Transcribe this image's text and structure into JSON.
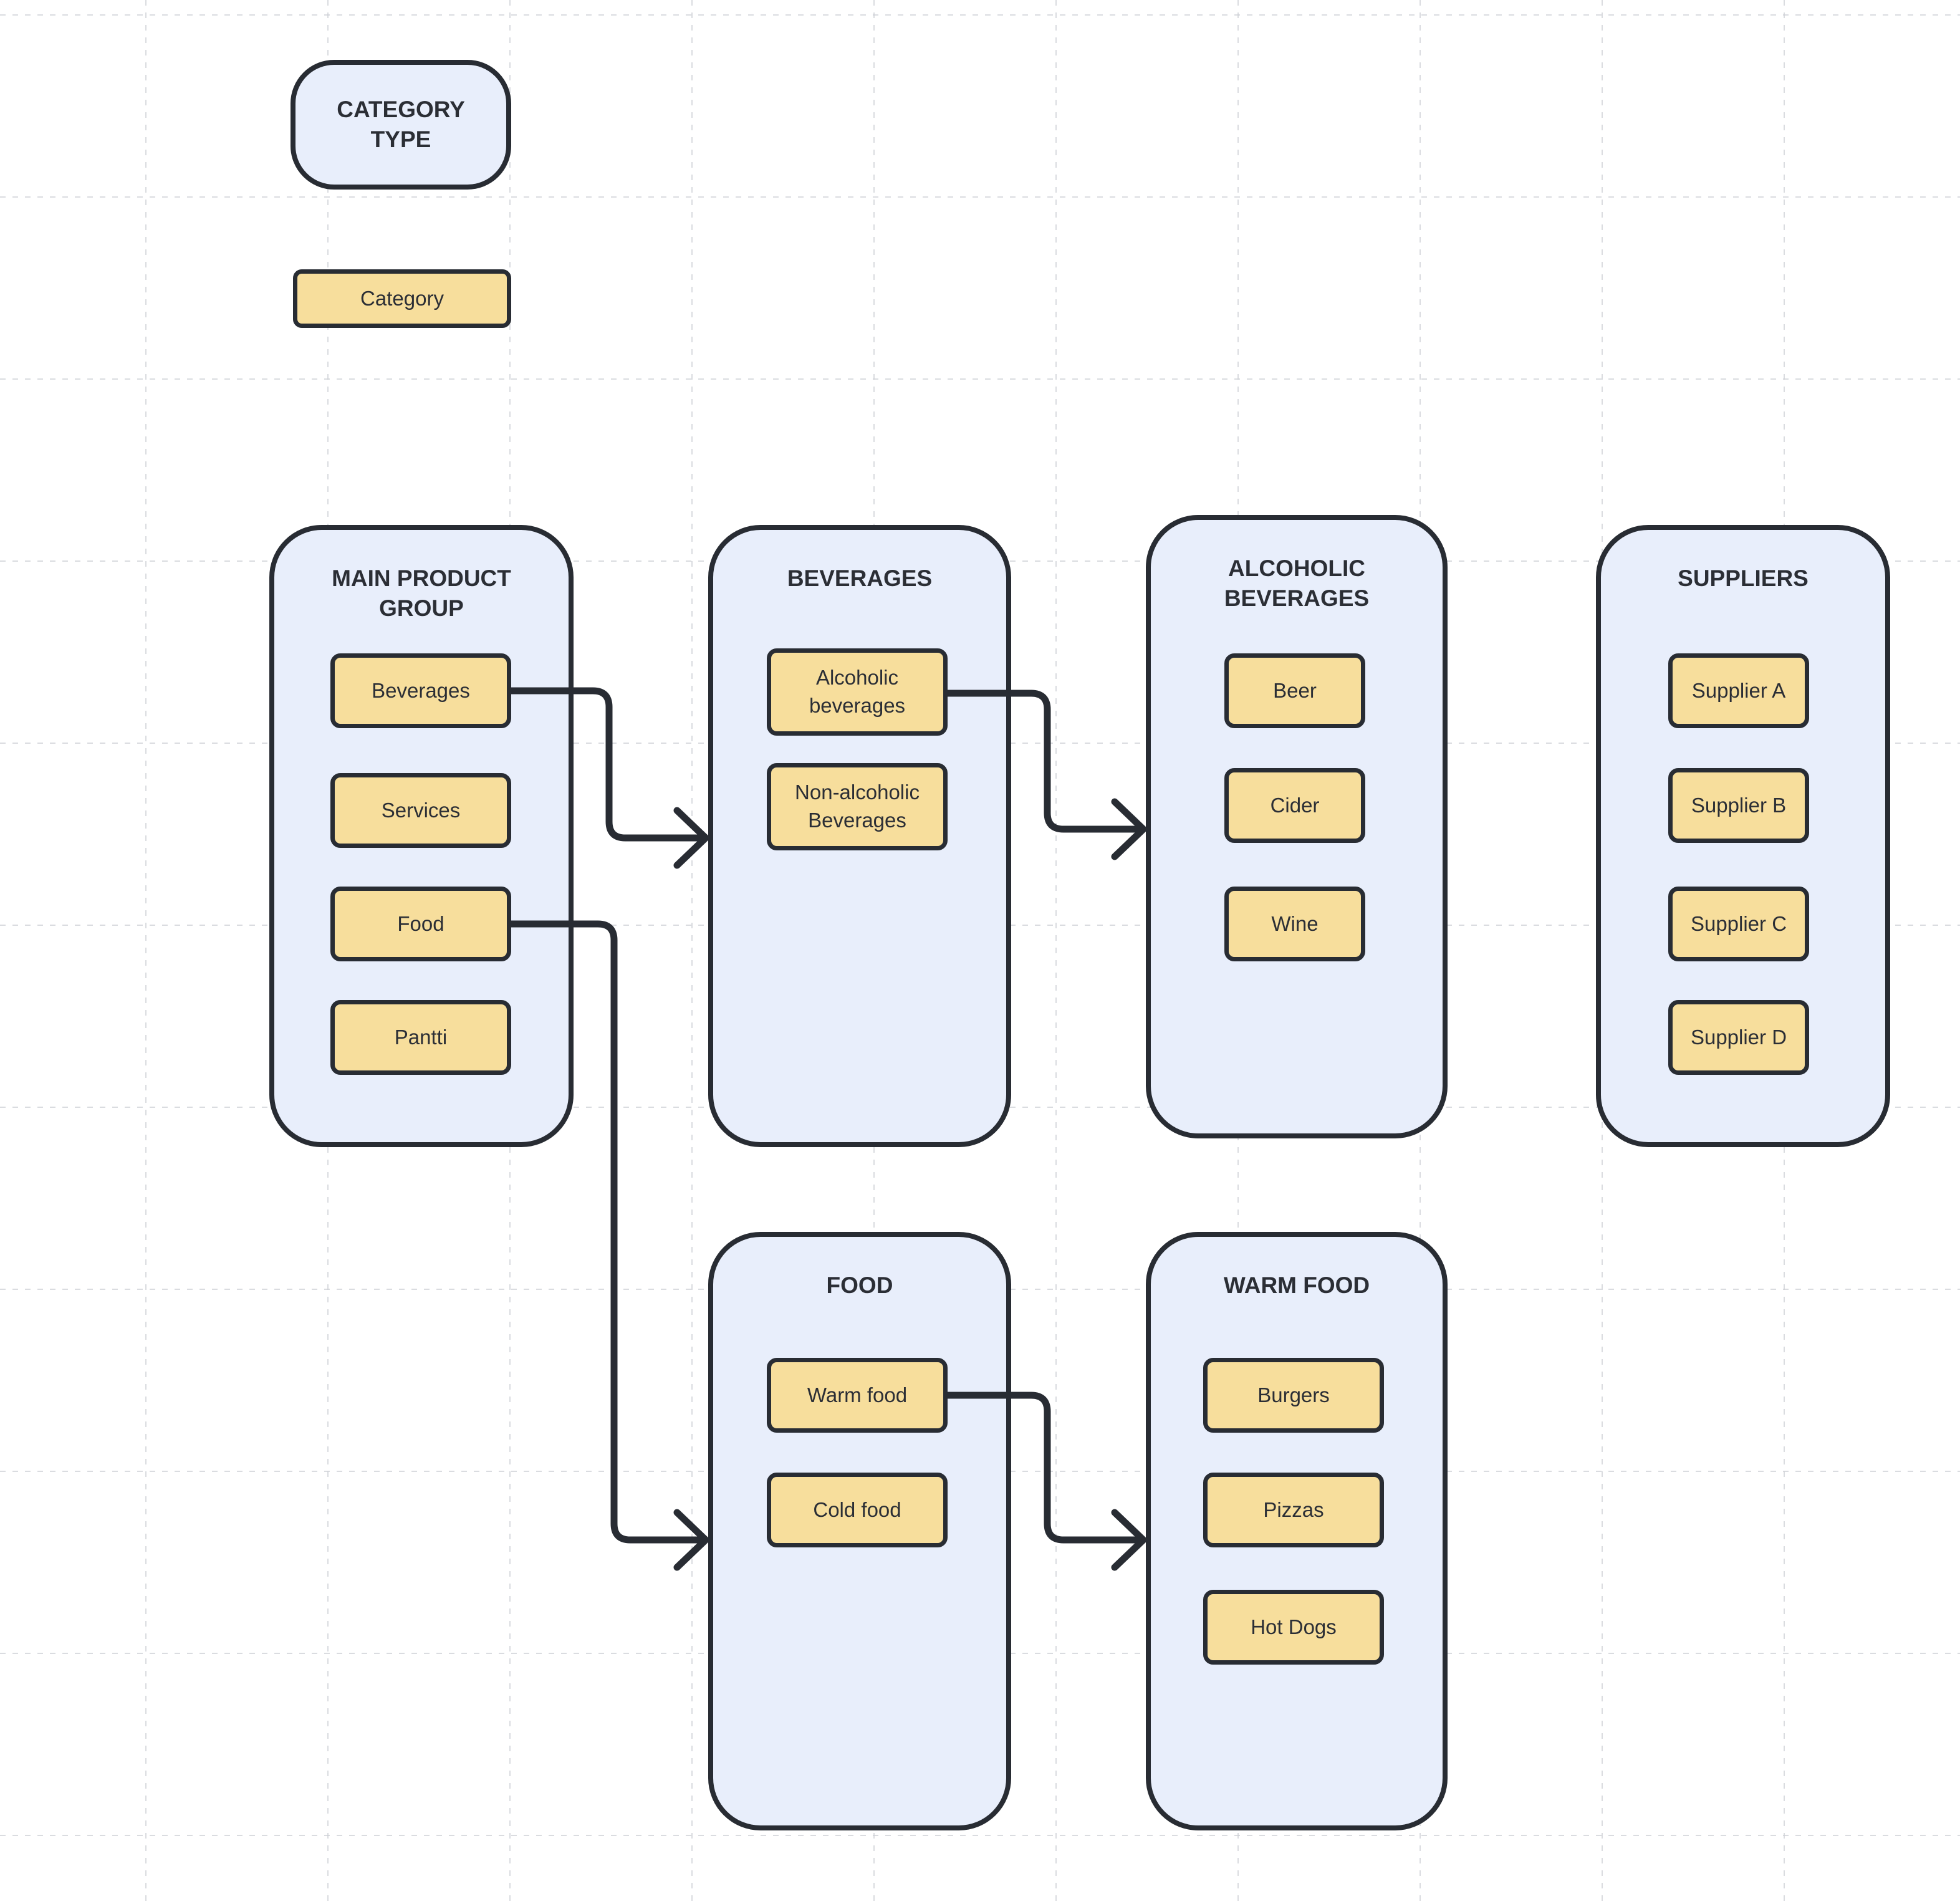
{
  "legend": {
    "category_type_label": "CATEGORY TYPE",
    "category_label": "Category"
  },
  "groups": [
    {
      "id": "main-product-group",
      "title": "MAIN PRODUCT GROUP",
      "items": [
        "Beverages",
        "Services",
        "Food",
        "Pantti"
      ]
    },
    {
      "id": "beverages",
      "title": "BEVERAGES",
      "items": [
        "Alcoholic beverages",
        "Non-alcoholic Beverages"
      ]
    },
    {
      "id": "alcoholic-beverages",
      "title": "ALCOHOLIC BEVERAGES",
      "items": [
        "Beer",
        "Cider",
        "Wine"
      ]
    },
    {
      "id": "suppliers",
      "title": "SUPPLIERS",
      "items": [
        "Supplier A",
        "Supplier B",
        "Supplier C",
        "Supplier D"
      ]
    },
    {
      "id": "food",
      "title": "FOOD",
      "items": [
        "Warm food",
        "Cold food"
      ]
    },
    {
      "id": "warm-food",
      "title": "WARM FOOD",
      "items": [
        "Burgers",
        "Pizzas",
        "Hot Dogs"
      ]
    }
  ],
  "connections": [
    {
      "from": "Beverages",
      "to": "BEVERAGES"
    },
    {
      "from": "Alcoholic beverages",
      "to": "ALCOHOLIC BEVERAGES"
    },
    {
      "from": "Food",
      "to": "FOOD"
    },
    {
      "from": "Warm food",
      "to": "WARM FOOD"
    }
  ],
  "colors": {
    "container_fill": "#e8eefb",
    "node_fill": "#f7de9c",
    "ink": "#282c33",
    "grid": "#cdd0d5",
    "background": "#ffffff"
  }
}
